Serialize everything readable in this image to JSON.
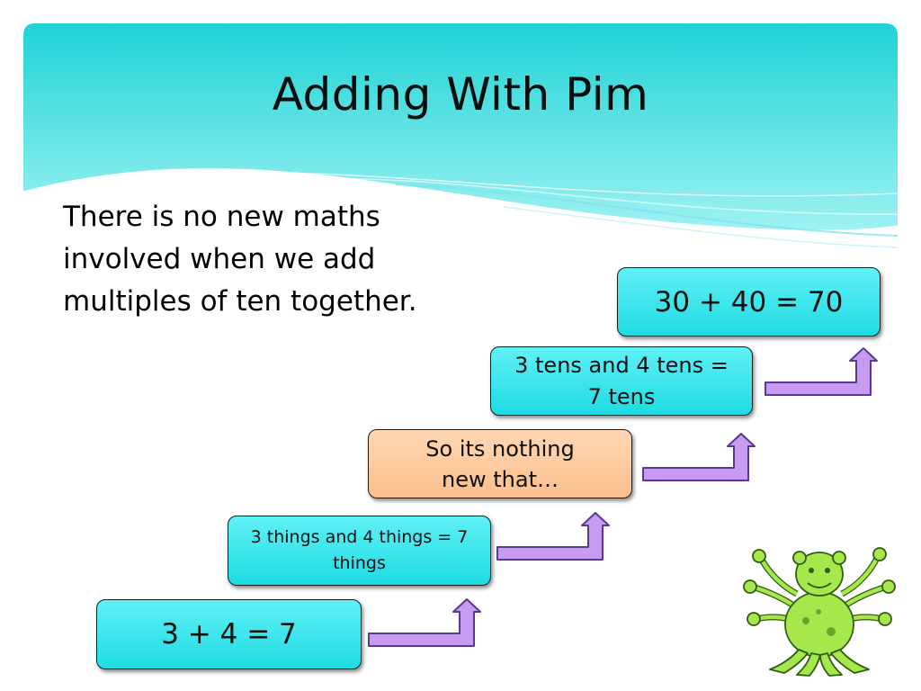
{
  "slide": {
    "title": "Adding With Pim",
    "intro": "There is no new maths involved when we add multiples of ten together."
  },
  "steps": [
    {
      "text": "3 + 4 = 7"
    },
    {
      "text": "3 things and 4 things = 7 things"
    },
    {
      "text": "So its nothing new that…"
    },
    {
      "text": "3 tens and 4 tens = 7 tens"
    },
    {
      "text": "30 + 40 = 70"
    }
  ],
  "colors": {
    "box_fill": "#2fe3ea",
    "box_highlight_fill": "#fbc08e",
    "arrow_fill": "#c79bf2",
    "header_teal": "#1fd3d6"
  }
}
